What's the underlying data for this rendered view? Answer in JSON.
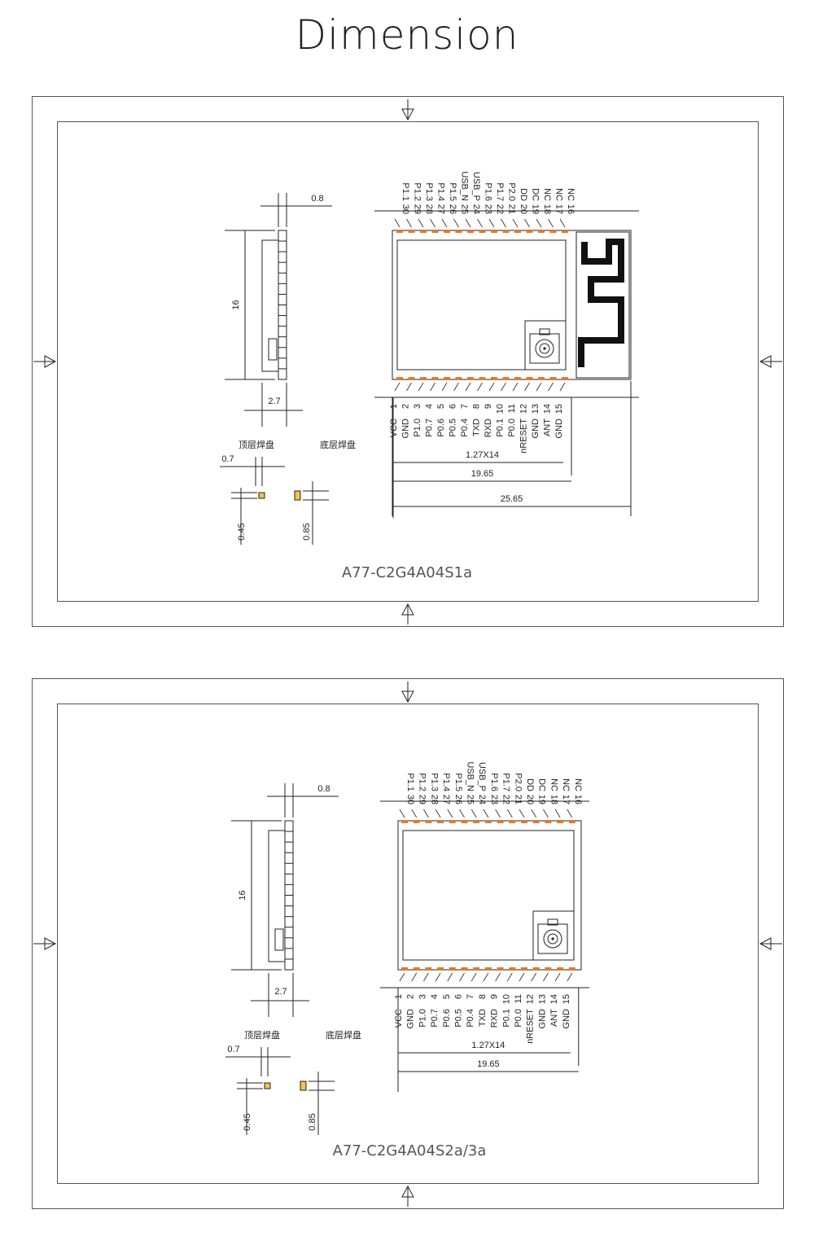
{
  "title": "Dimension",
  "pins": {
    "top": [
      {
        "num": "30",
        "name": "P1.1"
      },
      {
        "num": "29",
        "name": "P1.2"
      },
      {
        "num": "28",
        "name": "P1.3"
      },
      {
        "num": "27",
        "name": "P1.4"
      },
      {
        "num": "26",
        "name": "P1.5"
      },
      {
        "num": "25",
        "name": "USB_N"
      },
      {
        "num": "24",
        "name": "USB_P"
      },
      {
        "num": "23",
        "name": "P1.6"
      },
      {
        "num": "22",
        "name": "P1.7"
      },
      {
        "num": "21",
        "name": "P2.0"
      },
      {
        "num": "20",
        "name": "DD"
      },
      {
        "num": "19",
        "name": "DC"
      },
      {
        "num": "18",
        "name": "NC"
      },
      {
        "num": "17",
        "name": "NC"
      },
      {
        "num": "16",
        "name": "NC"
      }
    ],
    "bottom": [
      {
        "num": "1",
        "name": "VCC"
      },
      {
        "num": "2",
        "name": "GND"
      },
      {
        "num": "3",
        "name": "P1.0"
      },
      {
        "num": "4",
        "name": "P0.7"
      },
      {
        "num": "5",
        "name": "P0.6"
      },
      {
        "num": "6",
        "name": "P0.5"
      },
      {
        "num": "7",
        "name": "P0.4"
      },
      {
        "num": "8",
        "name": "TXD"
      },
      {
        "num": "9",
        "name": "RXD"
      },
      {
        "num": "10",
        "name": "P0.1"
      },
      {
        "num": "11",
        "name": "P0.0"
      },
      {
        "num": "12",
        "name": "nRESET"
      },
      {
        "num": "13",
        "name": "GND"
      },
      {
        "num": "14",
        "name": "ANT"
      },
      {
        "num": "15",
        "name": "GND"
      }
    ]
  },
  "dims": {
    "thickness": "0.8",
    "height": "16",
    "side_width": "2.7",
    "pitch": "1.27X14",
    "pin_span": "19.65",
    "overall_width": "25.65",
    "pad_width": "0.7",
    "top_pad_len": "0.45",
    "bottom_pad_len": "0.85"
  },
  "pad_labels": {
    "top_layer": "顶层焊盘",
    "bottom_layer": "底层焊盘"
  },
  "panels": [
    {
      "model": "A77-C2G4A04S1a",
      "has_pcb_antenna": true
    },
    {
      "model": "A77-C2G4A04S2a/3a",
      "has_pcb_antenna": false
    }
  ]
}
